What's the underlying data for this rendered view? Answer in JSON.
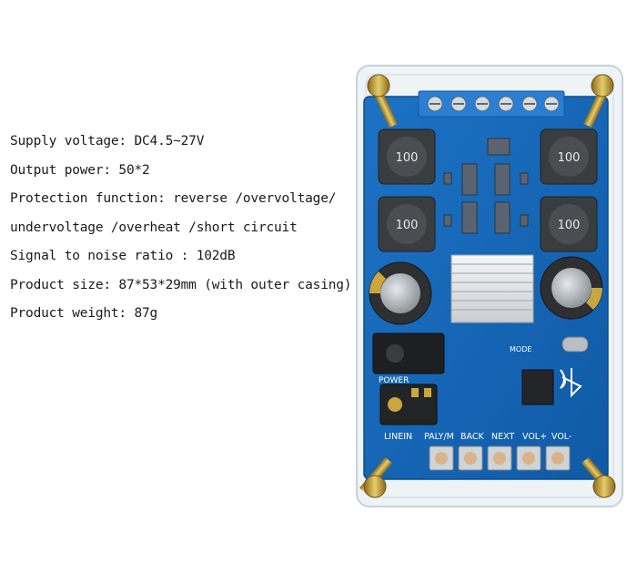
{
  "specs": [
    "Supply voltage: DC4.5~27V",
    "Output power: 50*2",
    "Protection function: reverse /overvoltage/",
    "undervoltage /overheat /short circuit",
    "Signal to noise ratio : 102dB",
    "Product size: 87*53*29mm (with outer casing)",
    "Product weight: 87g"
  ],
  "board": {
    "inductor_mark": "100",
    "power_label": "POWER",
    "mode_label": "MODE",
    "buttons": [
      "LINEIN",
      "PALY/M",
      "BACK",
      "NEXT",
      "VOL+",
      "VOL-"
    ]
  },
  "colors": {
    "pcb": "#1667b8",
    "casing": "#eef3f6",
    "terminal": "#2a7fd4",
    "brass": "#c9a640"
  }
}
